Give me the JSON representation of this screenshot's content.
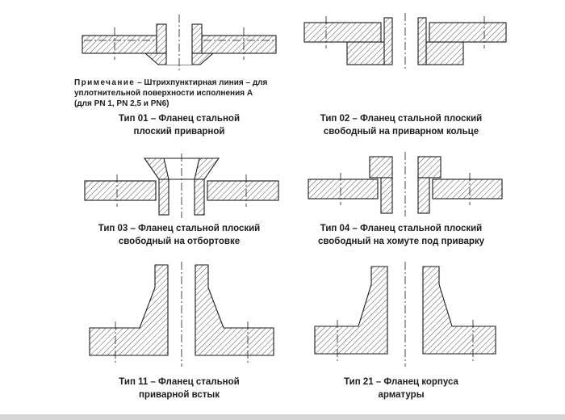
{
  "note": {
    "label": "Примечание",
    "rest": "– Штрихпунктирная линия – для",
    "line2": "уплотнительной поверхности исполнения А",
    "line3": "(для PN 1, PN 2,5 и PN6)"
  },
  "figures": [
    {
      "id": "type-01",
      "caption_line1": "Тип 01 – Фланец стальной",
      "caption_line2": "плоский приварной"
    },
    {
      "id": "type-02",
      "caption_line1": "Тип 02 – Фланец стальной плоский",
      "caption_line2": "свободный на приварном кольце"
    },
    {
      "id": "type-03",
      "caption_line1": "Тип 03 – Фланец стальной плоский",
      "caption_line2": "свободный на отбортовке"
    },
    {
      "id": "type-04",
      "caption_line1": "Тип 04 – Фланец стальной плоский",
      "caption_line2": "свободный на хомуте под приварку"
    },
    {
      "id": "type-11",
      "caption_line1": "Тип 11 – Фланец стальной",
      "caption_line2": "приварной встык"
    },
    {
      "id": "type-21",
      "caption_line1": "Тип 21 – Фланец корпуса",
      "caption_line2": "арматуры"
    }
  ],
  "colors": {
    "line": "#1a1a1a",
    "hatch": "#3c3c3c",
    "background": "#ffffff"
  }
}
